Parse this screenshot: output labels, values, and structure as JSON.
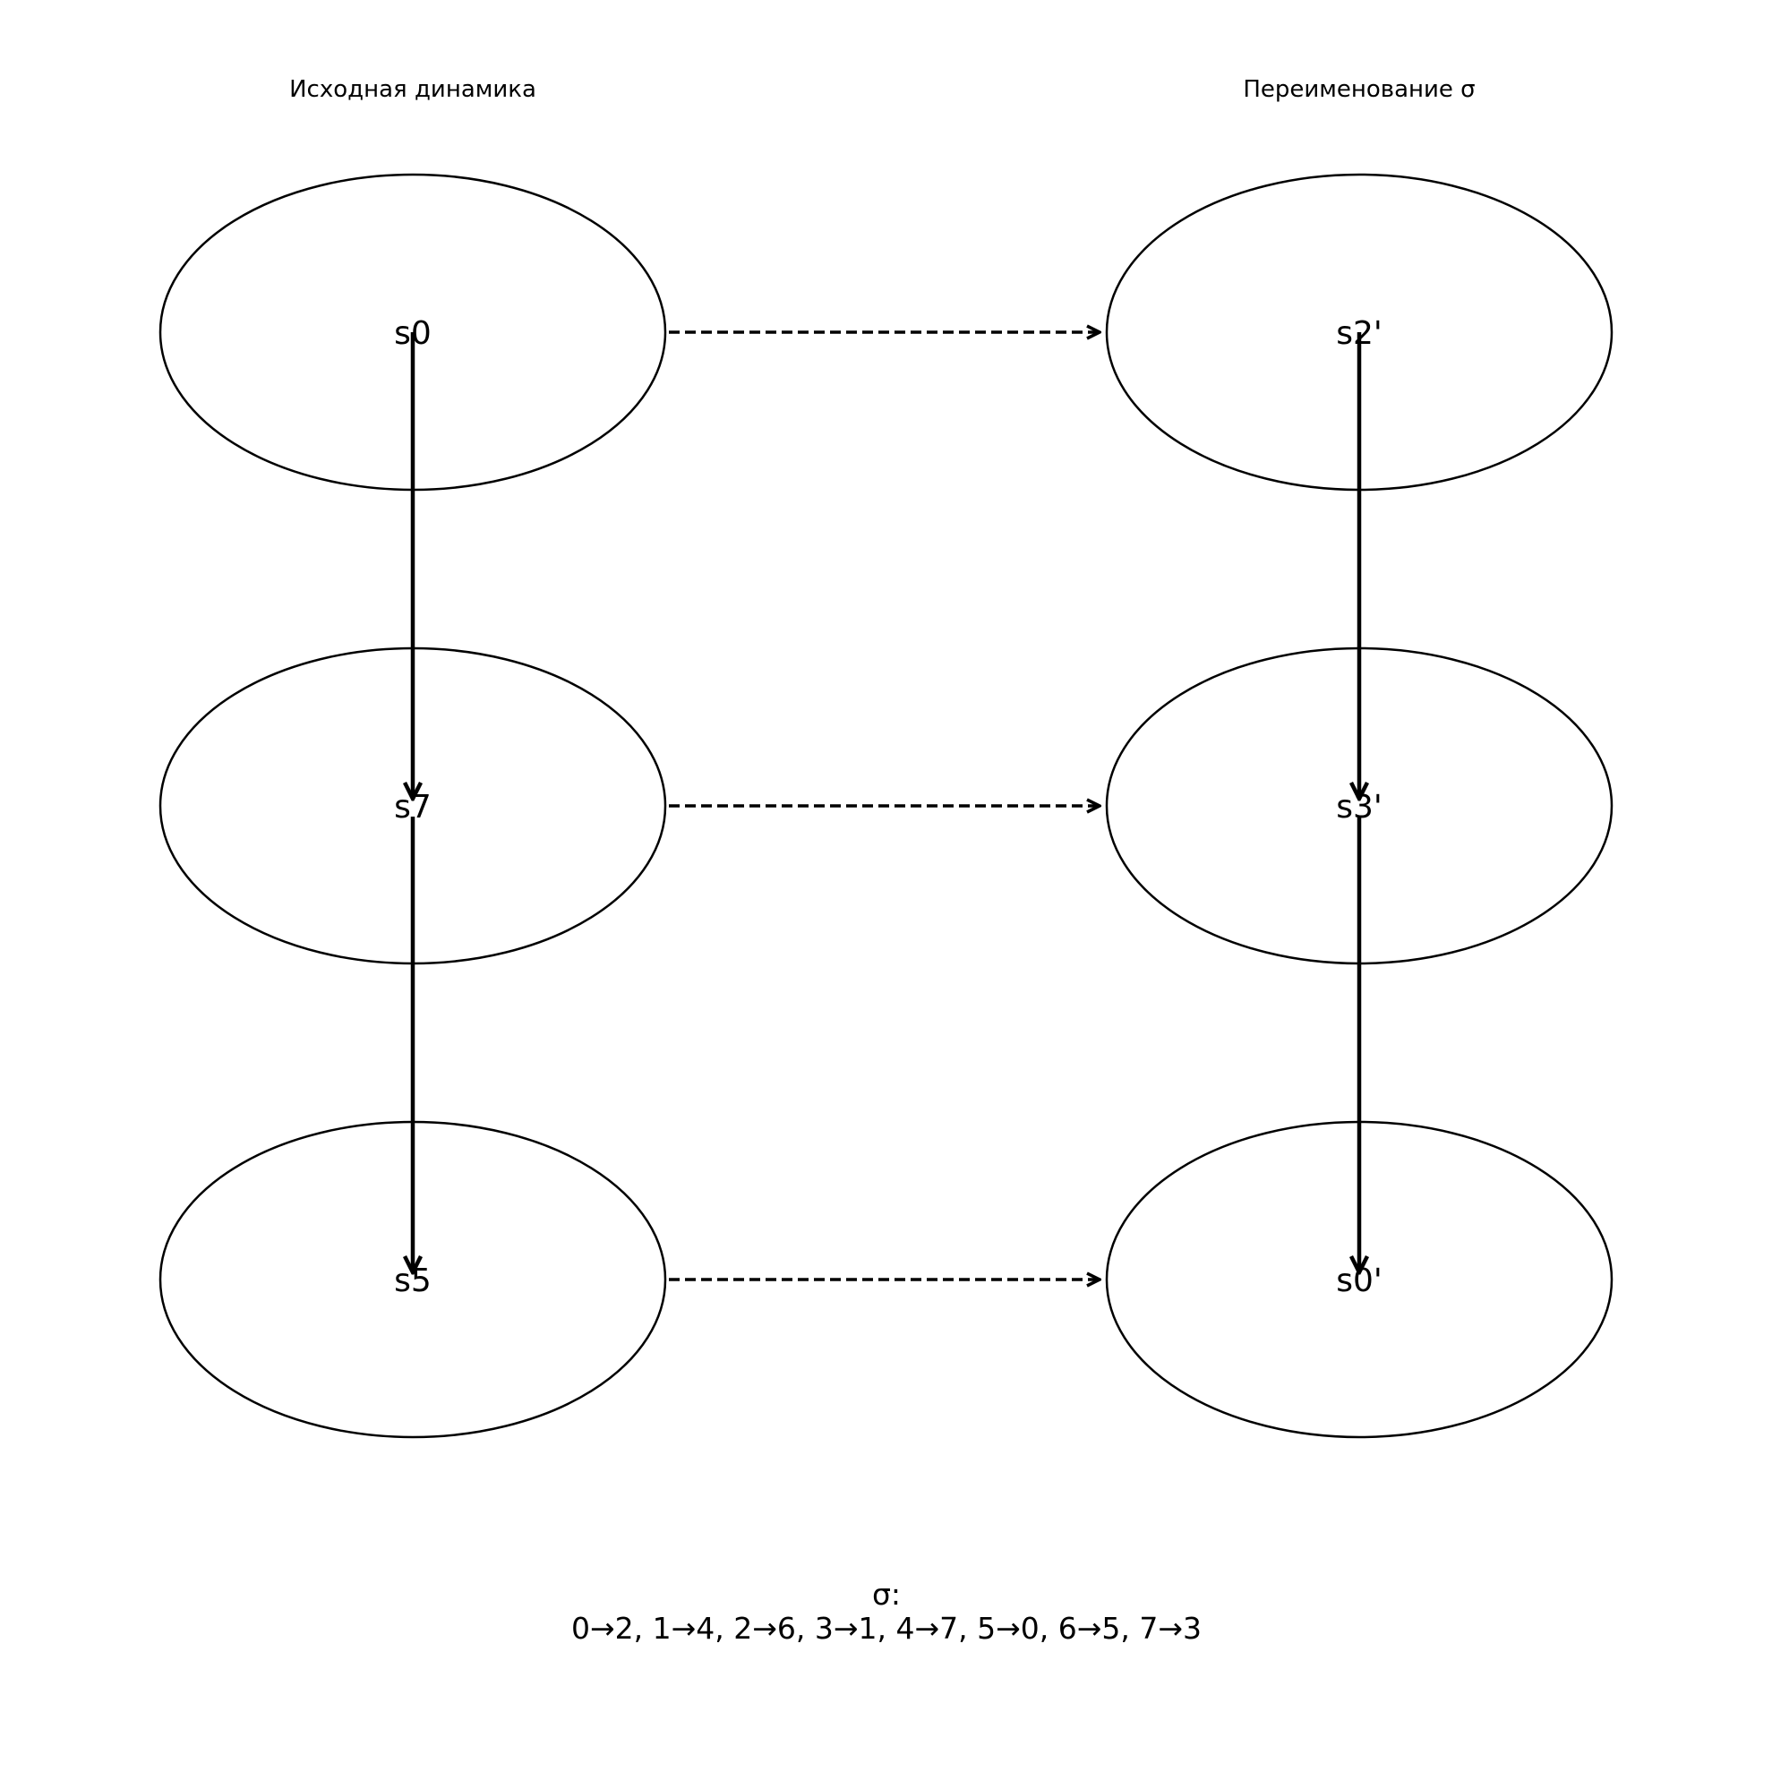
{
  "titles": {
    "left": "Исходная динамика",
    "right": "Переименование σ"
  },
  "left_nodes": [
    "s0",
    "s7",
    "s5"
  ],
  "right_nodes": [
    "s2'",
    "s3'",
    "s0'"
  ],
  "caption": {
    "line1": "σ:",
    "line2": "0→2, 1→4, 2→6, 3→1, 4→7, 5→0, 6→5, 7→3"
  },
  "colors": {
    "stroke": "#000000",
    "background": "#ffffff"
  }
}
